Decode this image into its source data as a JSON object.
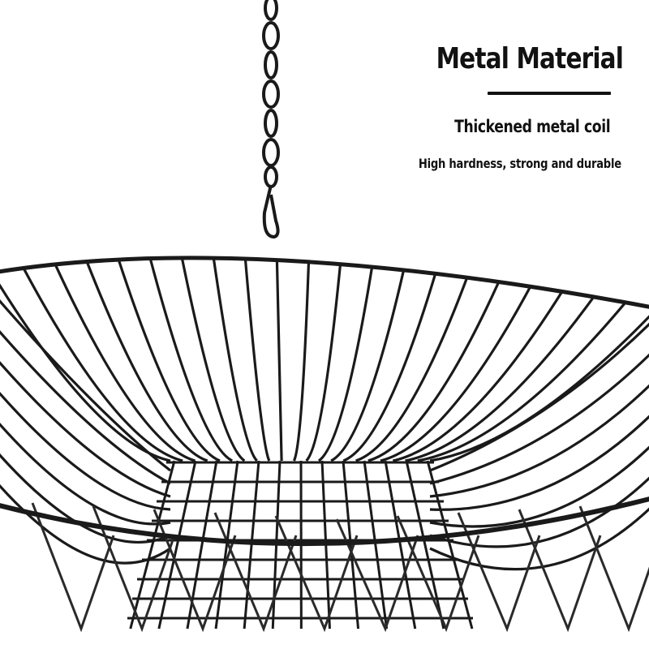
{
  "text": {
    "title": "Metal Material",
    "subtitle": "Thickened metal coil",
    "tagline": "High hardness, strong and durable"
  },
  "colors": {
    "background": "#ffffff",
    "wire": "#1a1a1a",
    "text": "#111111"
  },
  "photo": {
    "subject": "black metal wire hanging fruit basket with chain"
  }
}
